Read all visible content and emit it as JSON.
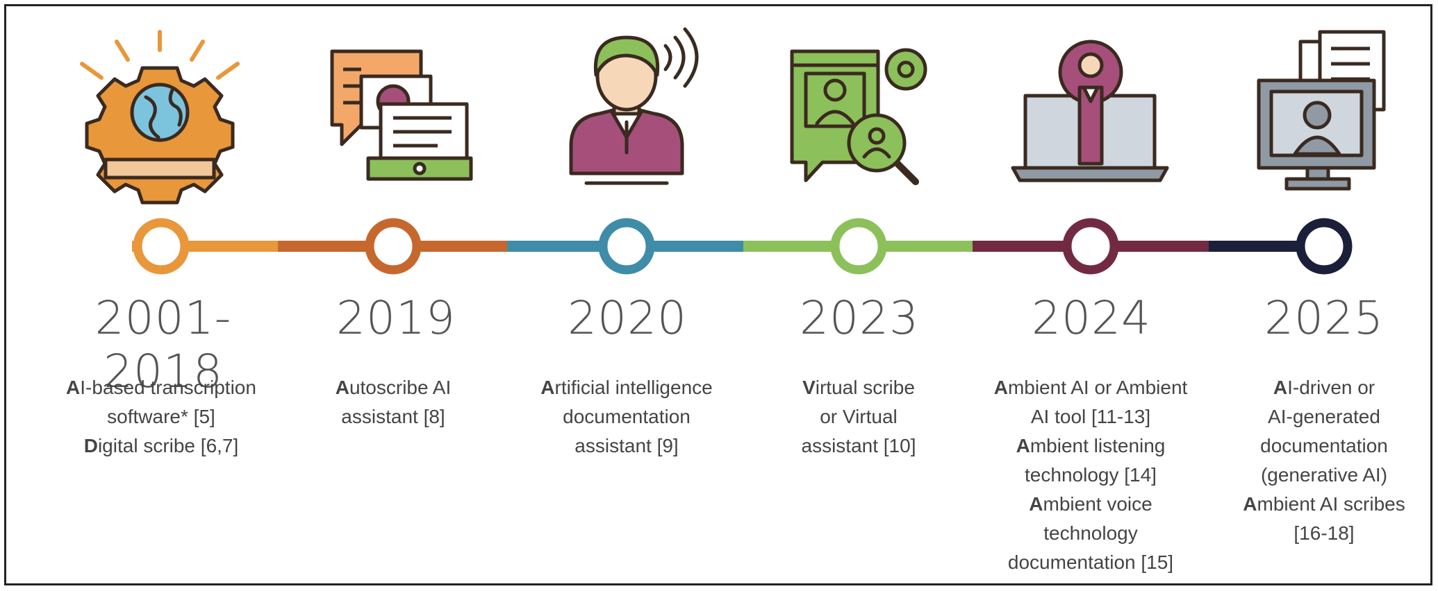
{
  "milestones": [
    {
      "year": "2001-2018",
      "color": "#e8973a",
      "lines": [
        {
          "initial": "A",
          "rest": "I-based transcription"
        },
        {
          "initial": "",
          "rest": "software* [5]"
        },
        {
          "initial": "D",
          "rest": "igital scribe [6,7]"
        }
      ]
    },
    {
      "year": "2019",
      "color": "#c6682e",
      "lines": [
        {
          "initial": "A",
          "rest": "utoscribe AI"
        },
        {
          "initial": "",
          "rest": "assistant [8]"
        }
      ]
    },
    {
      "year": "2020",
      "color": "#3f8ca8",
      "lines": [
        {
          "initial": "A",
          "rest": "rtificial intelligence"
        },
        {
          "initial": "",
          "rest": "documentation"
        },
        {
          "initial": "",
          "rest": "assistant [9]"
        }
      ]
    },
    {
      "year": "2023",
      "color": "#8cc05a",
      "lines": [
        {
          "initial": "V",
          "rest": "irtual scribe"
        },
        {
          "initial": "",
          "rest": "or Virtual"
        },
        {
          "initial": "",
          "rest": "assistant [10]"
        }
      ]
    },
    {
      "year": "2024",
      "color": "#722a43",
      "lines": [
        {
          "initial": "A",
          "rest": "mbient AI or Ambient"
        },
        {
          "initial": "",
          "rest": "AI tool [11-13]"
        },
        {
          "initial": "A",
          "rest": "mbient listening"
        },
        {
          "initial": "",
          "rest": "technology [14]"
        },
        {
          "initial": "A",
          "rest": "mbient voice"
        },
        {
          "initial": "",
          "rest": "technology"
        },
        {
          "initial": "",
          "rest": "documentation [15]"
        }
      ]
    },
    {
      "year": "2025",
      "color": "#1b1f3a",
      "lines": [
        {
          "initial": "A",
          "rest": "I-driven or"
        },
        {
          "initial": "",
          "rest": "AI-generated"
        },
        {
          "initial": "",
          "rest": "documentation"
        },
        {
          "initial": "",
          "rest": "(generative AI)"
        },
        {
          "initial": "A",
          "rest": "mbient AI scribes"
        },
        {
          "initial": "",
          "rest": "[16-18]"
        }
      ]
    }
  ],
  "icons": [
    "gear-globe-icon",
    "chat-screen-icon",
    "speaking-person-icon",
    "virtual-assistant-search-icon",
    "laptop-person-icon",
    "monitor-documents-icon"
  ]
}
